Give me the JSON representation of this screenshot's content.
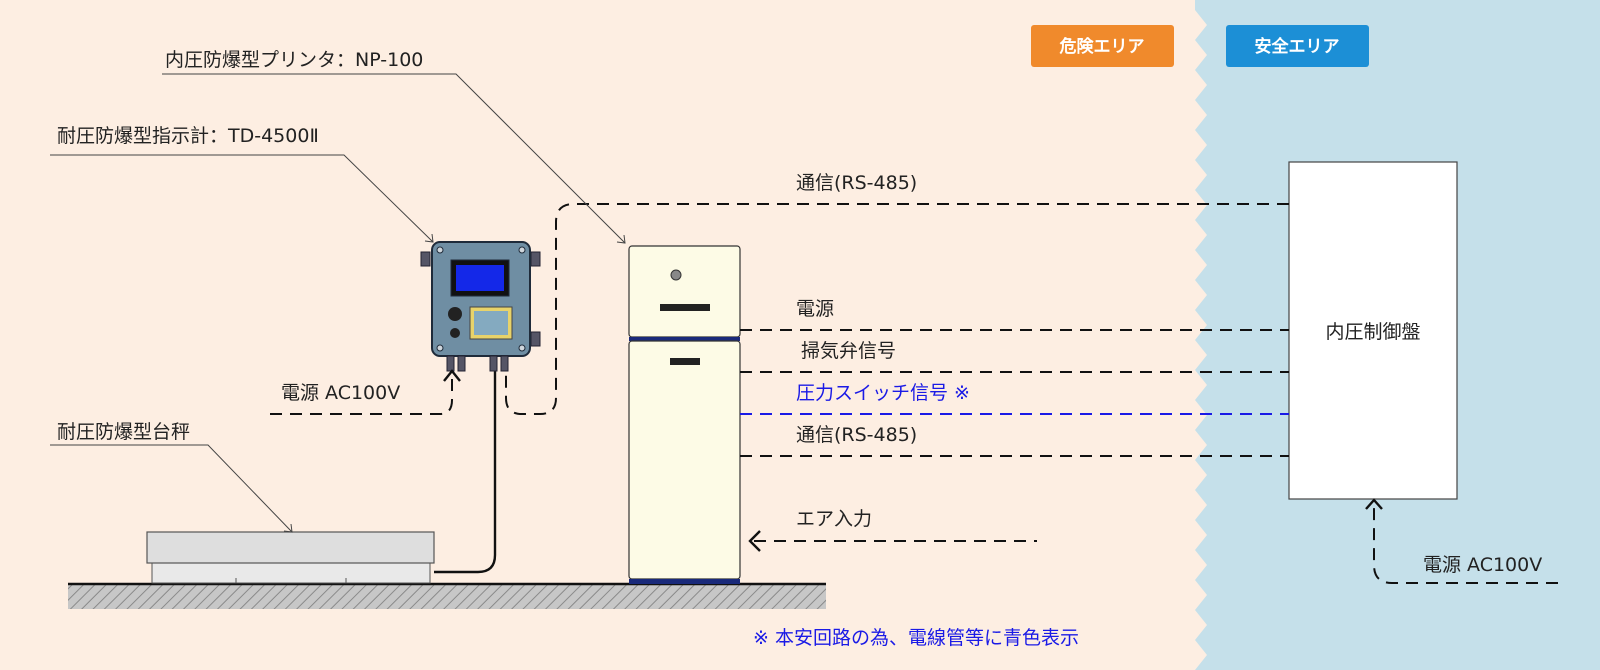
{
  "areas": {
    "danger": {
      "label": "危険エリア",
      "color": "#f08a2c"
    },
    "safe": {
      "label": "安全エリア",
      "color": "#1c8fd6"
    },
    "danger_bg": "#fdeee2",
    "safe_bg": "#c5e0ea"
  },
  "equipment": {
    "printer": "内圧防爆型プリンタ：NP-100",
    "indicator": "耐圧防爆型指示計：TD-4500Ⅱ",
    "scale": "耐圧防爆型台秤",
    "control_panel": "内圧制御盤"
  },
  "signals": {
    "comm_top": "通信(RS-485)",
    "power_printer": "電源",
    "purge_valve": "掃気弁信号",
    "pressure_switch": "圧力スイッチ信号 ※",
    "comm_bottom": "通信(RS-485)",
    "air_input": "エア入力",
    "power_indicator": "電源 AC100V",
    "power_panel": "電源 AC100V"
  },
  "note": "※ 本安回路の為、電線管等に青色表示",
  "colors": {
    "intrinsic_safe": "#1a1ae6",
    "indicator_body": "#6f8ea3",
    "display": "#1428e8",
    "keypad": "#e8d36a",
    "printer_body": "#fdfbe6",
    "printer_trim": "#1a2a7a"
  }
}
